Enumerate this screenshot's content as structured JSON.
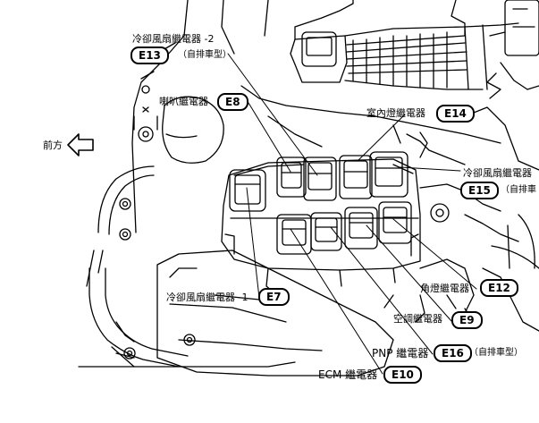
{
  "labels": {
    "fan2": "冷卻風扇繼電器 -2",
    "horn": "喇叭繼電器",
    "room": "室內燈繼電器",
    "fan_r": "冷卻風扇繼電器",
    "front": "前方",
    "fan1": "冷卻風扇繼電器 -1",
    "corner": "角燈繼電器",
    "ac": "空調繼電器",
    "pnp": "PNP 繼電器",
    "ecm": "ECM 繼電器"
  },
  "badges": {
    "e13": "E13",
    "e8": "E8",
    "e14": "E14",
    "e15": "E15",
    "e7": "E7",
    "e12": "E12",
    "e9": "E9",
    "e16": "E16",
    "e10": "E10"
  },
  "notes": {
    "e13": "（自排車型）",
    "e15": "（自排車",
    "e16": "（自排車型）"
  }
}
